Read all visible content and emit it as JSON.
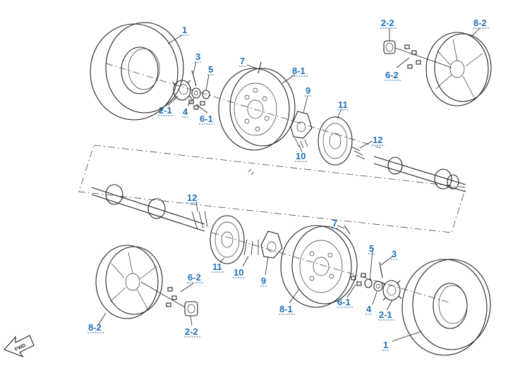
{
  "callouts": {
    "c1_top": "1",
    "c2_1_top": "2-1",
    "c3_top": "3",
    "c4_top": "4",
    "c5_top": "5",
    "c6_1_top": "6-1",
    "c7_top": "7",
    "c8_1_top": "8-1",
    "c9_top": "9",
    "c10_top": "10",
    "c11_top": "11",
    "c12_top": "12",
    "c2_2_top": "2-2",
    "c6_2_top": "6-2",
    "c8_2_top": "8-2",
    "c12_bot": "12",
    "c11_bot": "11",
    "c10_bot": "10",
    "c9_bot": "9",
    "c7_bot": "7",
    "c8_1_bot": "8-1",
    "c6_1_bot": "6-1",
    "c5_bot": "5",
    "c3_bot": "3",
    "c4_bot": "4",
    "c2_1_bot": "2-1",
    "c1_bot": "1",
    "c6_2_bot": "6-2",
    "c2_2_bot": "2-2",
    "c8_2_bot": "8-2"
  },
  "direction_label": "FWD"
}
